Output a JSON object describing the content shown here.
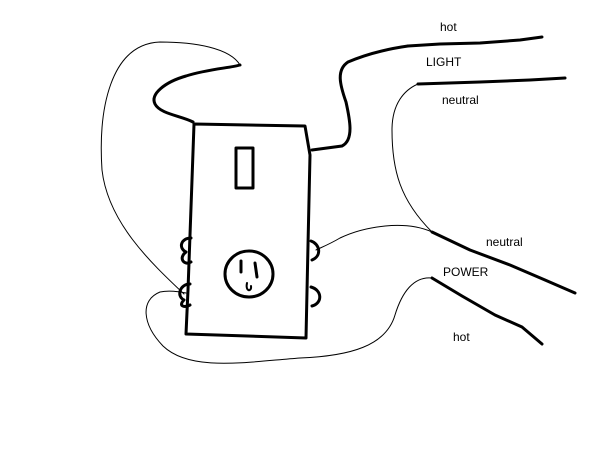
{
  "labels": {
    "light_hot": "hot",
    "light": "LIGHT",
    "light_neutral": "neutral",
    "power_neutral": "neutral",
    "power": "POWER",
    "power_hot": "hot"
  },
  "colors": {
    "ink": "#000000",
    "paper": "#ffffff"
  }
}
